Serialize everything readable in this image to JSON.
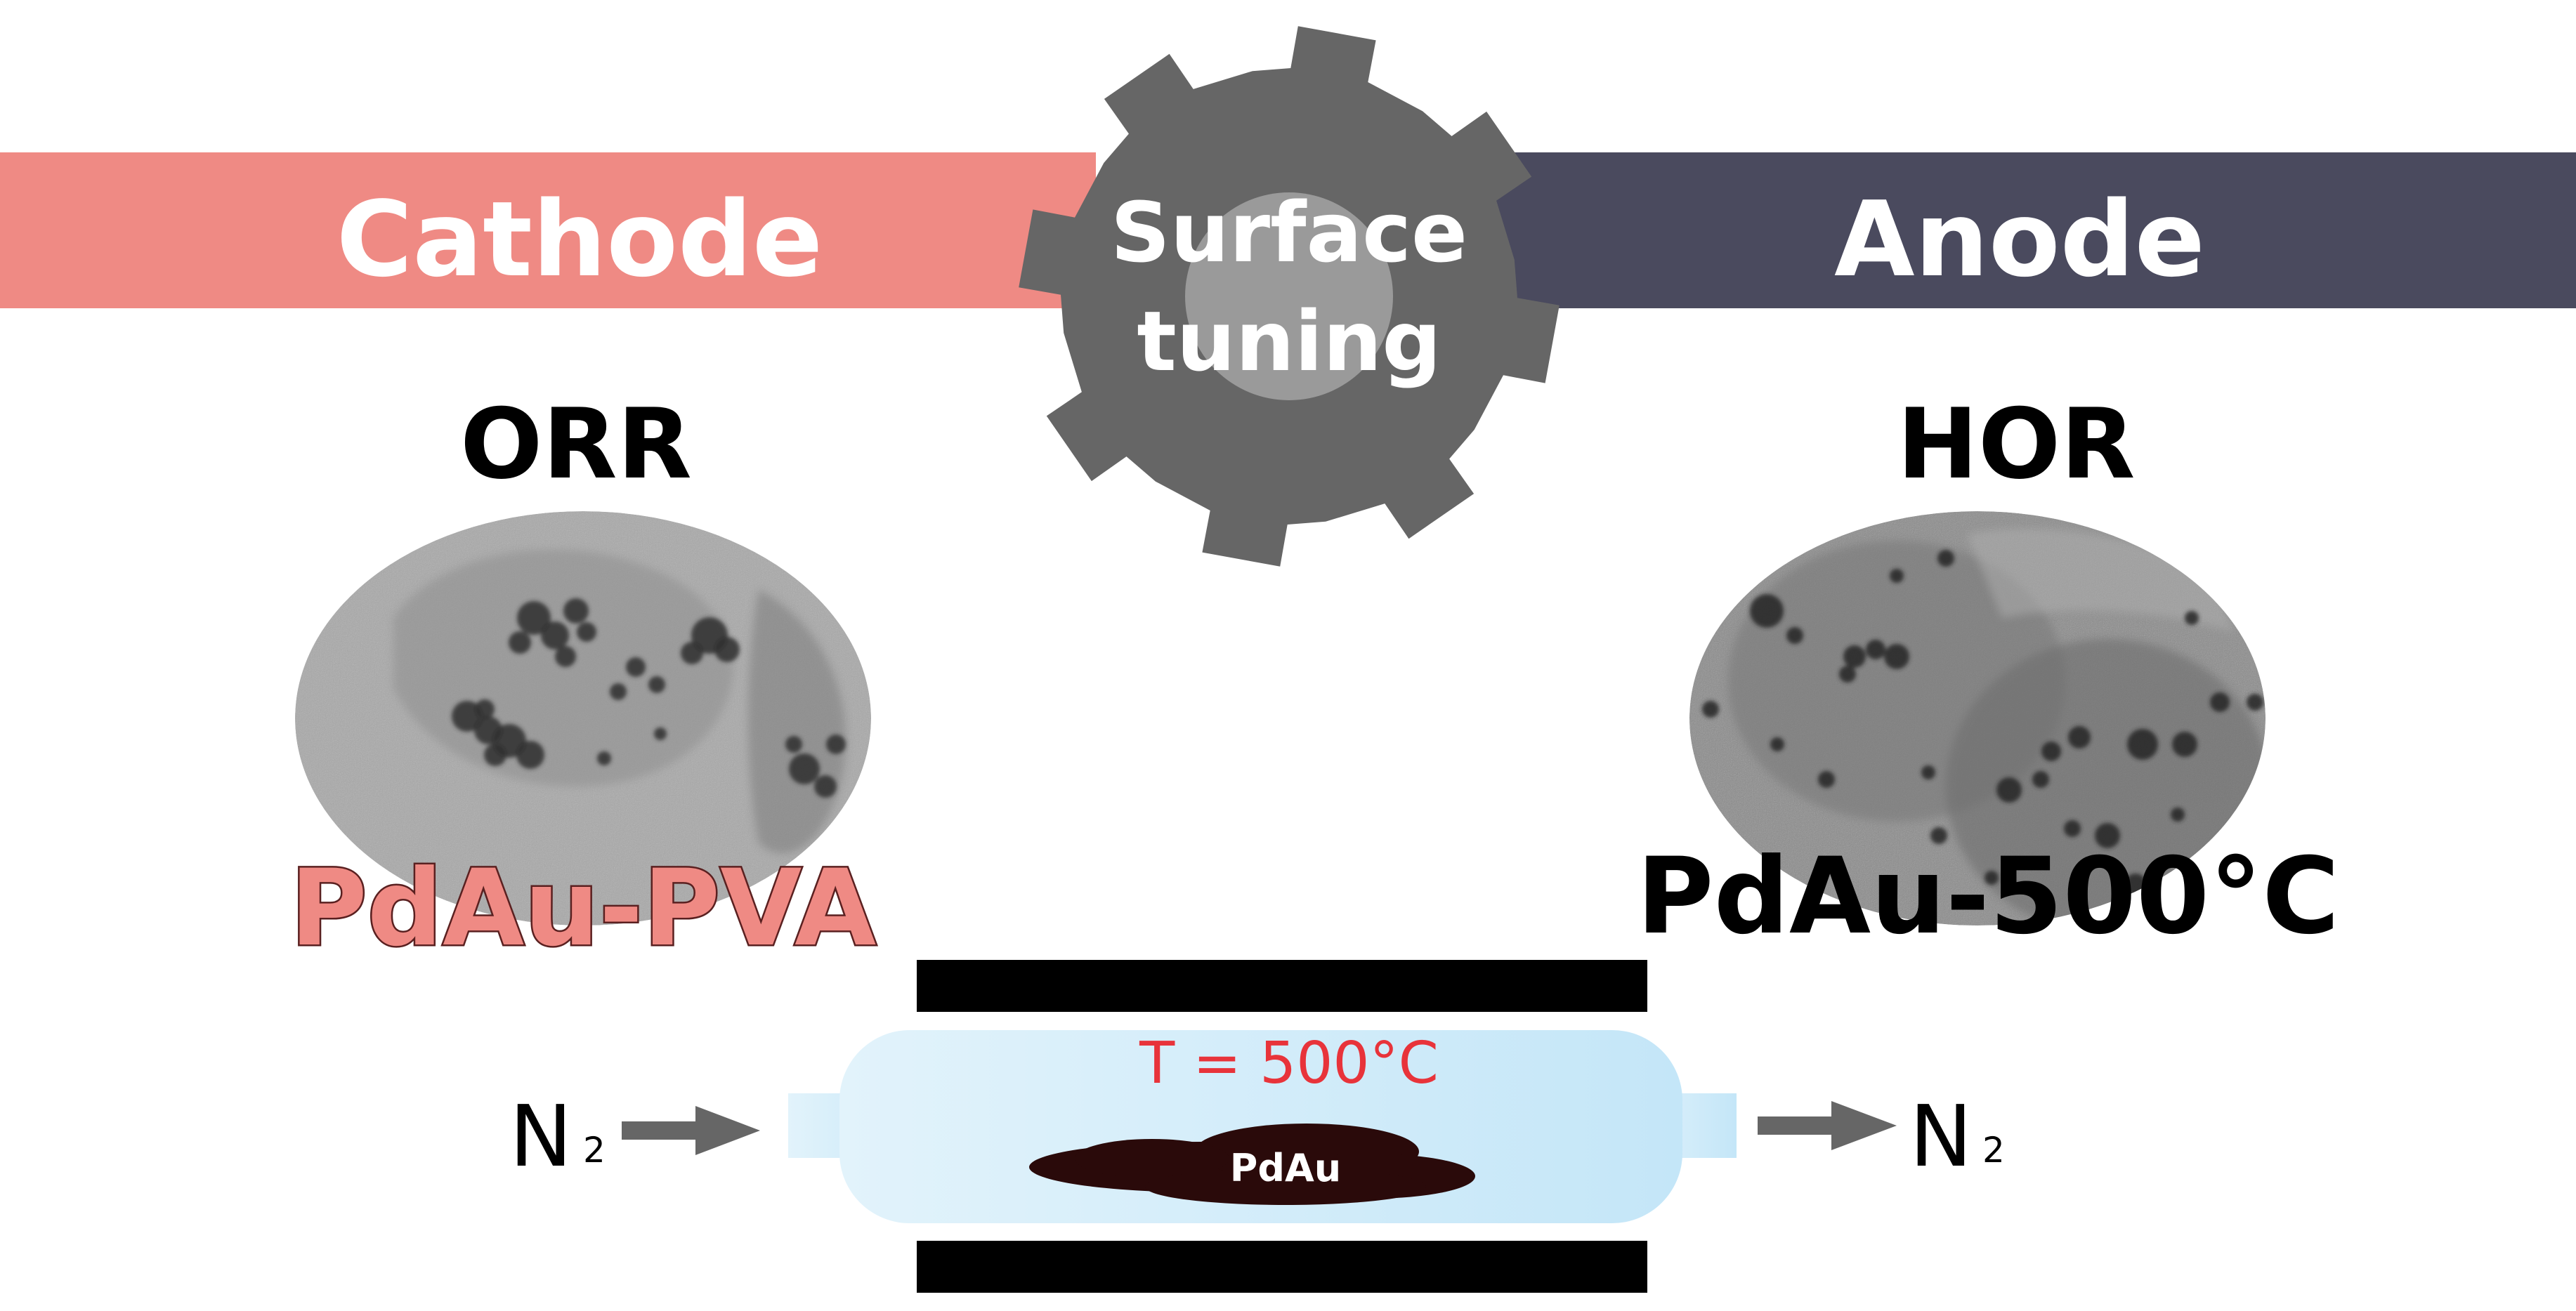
{
  "colors": {
    "cathode": "#ef8a84",
    "anode": "#4a4a5e",
    "gear": "#666666",
    "gear_center": "#9a9a9a",
    "tube": "#d4ecf9",
    "heater": "#8e8e8e",
    "temperature_text": "#e8333a",
    "sample": "#2a0a0a",
    "arrow": "#666666"
  },
  "header": {
    "cathode_label": "Cathode",
    "anode_label": "Anode",
    "gear_label_line1": "Surface",
    "gear_label_line2": "tuning"
  },
  "left": {
    "reaction": "ORR",
    "material": "PdAu-PVA",
    "image_description": "TEM micrograph of PdAu nanoparticle clusters"
  },
  "right": {
    "reaction": "HOR",
    "material": "PdAu-500°C",
    "image_description": "TEM micrograph of dispersed PdAu nanoparticles"
  },
  "furnace": {
    "temperature": "T = 500°C",
    "sample_label": "PdAu",
    "gas_in": "N",
    "gas_in_subscript": "2",
    "gas_out": "N",
    "gas_out_subscript": "2"
  }
}
